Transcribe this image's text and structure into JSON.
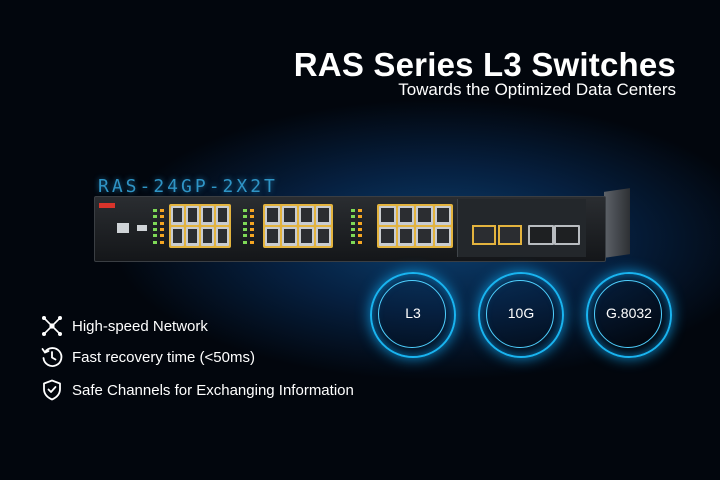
{
  "banner": {
    "title": "RAS Series L3 Switches",
    "subtitle": "Towards the Optimized Data Centers",
    "model_label": "RAS-24GP-2X2T"
  },
  "badges": [
    {
      "label": "L3"
    },
    {
      "label": "10G"
    },
    {
      "label": "G.8032"
    }
  ],
  "features": [
    {
      "icon": "network-nodes-icon",
      "text": "High-speed Network"
    },
    {
      "icon": "clock-refresh-icon",
      "text": "Fast recovery time (<50ms)"
    },
    {
      "icon": "shield-check-icon",
      "text": "Safe Channels for Exchanging Information"
    }
  ],
  "colors": {
    "background": "#02060d",
    "accent_blue": "#19b4f0",
    "port_yellow": "#e3b33e",
    "led_green": "#7ed957",
    "text": "#ffffff"
  }
}
